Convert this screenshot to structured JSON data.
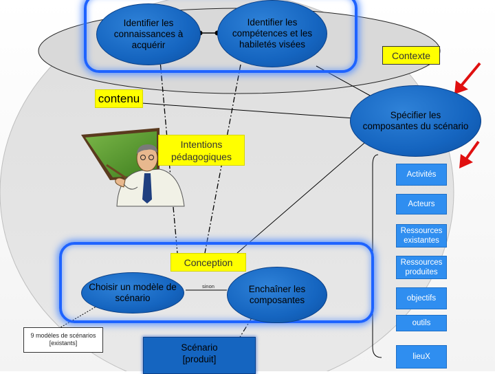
{
  "nodes": {
    "identifier_connaissances": "Identifier les connaissances à acquérir",
    "identifier_competences": "Identifier les compétences et les habiletés visées",
    "contexte": "Contexte",
    "contenu": "contenu",
    "specifier_composantes": "Spécifier les composantes du scénario",
    "intentions_pedagogiques": "Intentions pédagogiques",
    "conception": "Conception",
    "choisir_modele": "Choisir un modèle de scénario",
    "enchainer": "Enchaîner les composantes",
    "link_label": "sinon",
    "modeles_existants": "9 modèles de scénarios [existants]",
    "scenario_produit": "Scénario [produit]"
  },
  "components": [
    "Activités",
    "Acteurs",
    "Ressources existantes",
    "Ressources produites",
    "objectifs",
    "outils",
    "lieuX"
  ],
  "colors": {
    "dark_blue": "#1565c0",
    "light_blue": "#2f8ef0",
    "yellow": "#ffff00",
    "glow_blue": "#1e63ff",
    "arrow_red": "#e01010",
    "oval_gray": "#d9d9d9"
  },
  "icons": [
    "teacher-pointing-clipart",
    "red-arrow-icon"
  ]
}
